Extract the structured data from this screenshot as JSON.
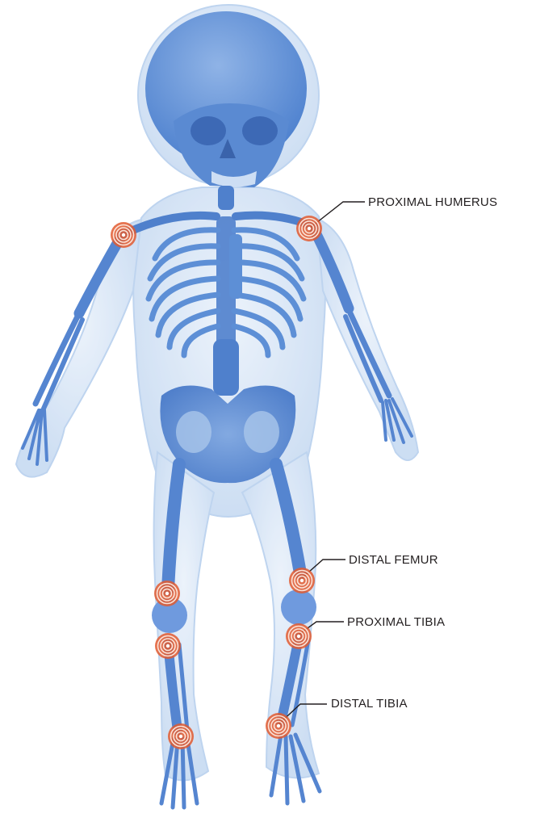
{
  "figure": {
    "colors": {
      "skin": "#cfe0f4",
      "skin_edge": "#9dbde3",
      "bone": "#5e8fd6",
      "bone_dark": "#3f6fbd",
      "marker_outer": "#e2592f",
      "marker_inner": "#ffffff",
      "leader": "#231f20"
    },
    "markers": [
      "left-proximal-humerus",
      "right-proximal-humerus",
      "right-distal-femur",
      "right-proximal-tibia",
      "right-distal-tibia",
      "left-distal-femur",
      "left-proximal-tibia",
      "left-distal-tibia"
    ],
    "labels": {
      "proximal_humerus": "PROXIMAL HUMERUS",
      "distal_femur": "DISTAL FEMUR",
      "proximal_tibia": "PROXIMAL TIBIA",
      "distal_tibia": "DISTAL TIBIA"
    }
  }
}
